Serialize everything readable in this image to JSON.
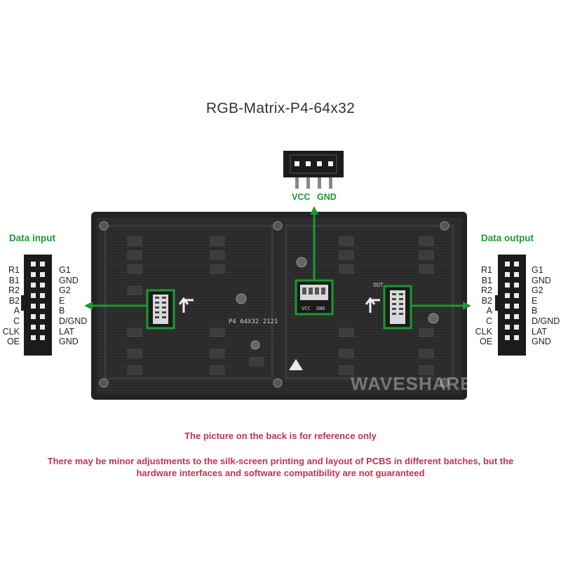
{
  "title": "RGB-Matrix-P4-64x32",
  "power": {
    "vcc_label": "VCC",
    "gnd_label": "GND"
  },
  "data_input": {
    "label": "Data input",
    "left_pins": [
      "R1",
      "B1",
      "R2",
      "B2",
      "A",
      "C",
      "CLK",
      "OE"
    ],
    "right_pins": [
      "G1",
      "GND",
      "G2",
      "E",
      "B",
      "D/GND",
      "LAT",
      "GND"
    ]
  },
  "data_output": {
    "label": "Data output",
    "left_pins": [
      "R1",
      "B1",
      "R2",
      "B2",
      "A",
      "C",
      "CLK",
      "OE"
    ],
    "right_pins": [
      "G1",
      "GND",
      "G2",
      "E",
      "B",
      "D/GND",
      "LAT",
      "GND"
    ]
  },
  "board": {
    "silk_model": "P4 64X32 2121",
    "silk_out": "OUT",
    "silk_vcc": "VCC",
    "silk_gnd": "GND",
    "watermark": "WAVESHARE"
  },
  "notes": {
    "line1": "The picture on the back is for reference only",
    "line2": "There may be minor adjustments to the silk-screen printing and layout of PCBS in different batches, but the hardware interfaces and software compatibility are not guaranteed"
  },
  "colors": {
    "highlight": "#1a9a2f",
    "note": "#c0344f",
    "board": "#2b2b2b"
  }
}
